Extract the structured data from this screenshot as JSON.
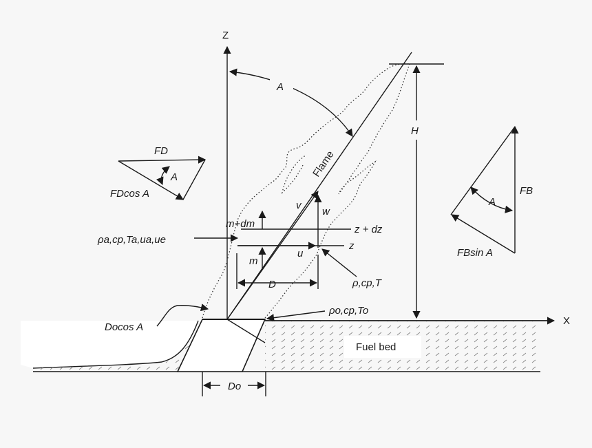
{
  "labels": {
    "z_axis": "Z",
    "x_axis": "X",
    "angle_top": "A",
    "height": "H",
    "flame": "Flame",
    "v": "v",
    "w": "w",
    "mdm": "m+dm",
    "z_dz": "z + dz",
    "ambient": "ρa,cp,Ta,ua,ue",
    "u": "u",
    "z": "z",
    "m": "m",
    "D": "D",
    "rho_cp_T": "ρ,cp,T",
    "rho_o": "ρo,cp,To",
    "Do_cosA": "Docos A",
    "fuel_bed": "Fuel bed",
    "Do": "Do",
    "FD": "FD",
    "FD_A": "A",
    "FD_cos": "FDcos A",
    "FB": "FB",
    "FB_A": "A",
    "FB_sin": "FBsin A"
  }
}
